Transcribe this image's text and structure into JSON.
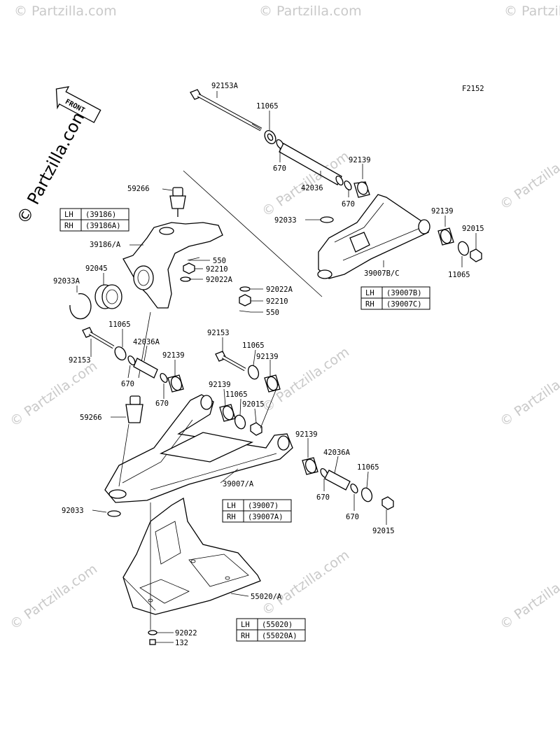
{
  "figure_code": "F2152",
  "front_label": "FRONT",
  "watermark_main": "© Partzilla.com",
  "watermark_tile": "© Partzilla.com",
  "parts": [
    {
      "id": "p92153A",
      "label": "92153A"
    },
    {
      "id": "p11065a",
      "label": "11065"
    },
    {
      "id": "p670a",
      "label": "670"
    },
    {
      "id": "p42036",
      "label": "42036"
    },
    {
      "id": "p92139a",
      "label": "92139"
    },
    {
      "id": "p670b",
      "label": "670"
    },
    {
      "id": "p92033a",
      "label": "92033"
    },
    {
      "id": "p92139b",
      "label": "92139"
    },
    {
      "id": "p92015a",
      "label": "92015"
    },
    {
      "id": "p11065b",
      "label": "11065"
    },
    {
      "id": "p39007BC",
      "label": "39007B/C"
    },
    {
      "id": "p59266a",
      "label": "59266"
    },
    {
      "id": "p39186A",
      "label": "39186/A"
    },
    {
      "id": "p550a",
      "label": "550"
    },
    {
      "id": "p92210a",
      "label": "92210"
    },
    {
      "id": "p92022Aa",
      "label": "92022A"
    },
    {
      "id": "p92045",
      "label": "92045"
    },
    {
      "id": "p92033A",
      "label": "92033A"
    },
    {
      "id": "p92022Ab",
      "label": "92022A"
    },
    {
      "id": "p92210b",
      "label": "92210"
    },
    {
      "id": "p550b",
      "label": "550"
    },
    {
      "id": "p11065c",
      "label": "11065"
    },
    {
      "id": "p42036A",
      "label": "42036A"
    },
    {
      "id": "p92153a",
      "label": "92153"
    },
    {
      "id": "p670c",
      "label": "670"
    },
    {
      "id": "p92139c",
      "label": "92139"
    },
    {
      "id": "p670d",
      "label": "670"
    },
    {
      "id": "p92153b",
      "label": "92153"
    },
    {
      "id": "p11065d",
      "label": "11065"
    },
    {
      "id": "p92139d",
      "label": "92139"
    },
    {
      "id": "p92139e",
      "label": "92139"
    },
    {
      "id": "p11065e",
      "label": "11065"
    },
    {
      "id": "p92015b",
      "label": "92015"
    },
    {
      "id": "p59266b",
      "label": "59266"
    },
    {
      "id": "p92139f",
      "label": "92139"
    },
    {
      "id": "p42036Ab",
      "label": "42036A"
    },
    {
      "id": "p11065f",
      "label": "11065"
    },
    {
      "id": "p39007A",
      "label": "39007/A"
    },
    {
      "id": "p670e",
      "label": "670"
    },
    {
      "id": "p670f",
      "label": "670"
    },
    {
      "id": "p92015c",
      "label": "92015"
    },
    {
      "id": "p92033b",
      "label": "92033"
    },
    {
      "id": "p55020A",
      "label": "55020/A"
    },
    {
      "id": "p92022",
      "label": "92022"
    },
    {
      "id": "p132",
      "label": "132"
    }
  ],
  "tables": [
    {
      "id": "t39186",
      "rows": [
        [
          "LH",
          "(39186)"
        ],
        [
          "RH",
          "(39186A)"
        ]
      ]
    },
    {
      "id": "t39007BC",
      "rows": [
        [
          "LH",
          "(39007B)"
        ],
        [
          "RH",
          "(39007C)"
        ]
      ]
    },
    {
      "id": "t39007",
      "rows": [
        [
          "LH",
          "(39007)"
        ],
        [
          "RH",
          "(39007A)"
        ]
      ]
    },
    {
      "id": "t55020",
      "rows": [
        [
          "LH",
          "(55020)"
        ],
        [
          "RH",
          "(55020A)"
        ]
      ]
    }
  ]
}
